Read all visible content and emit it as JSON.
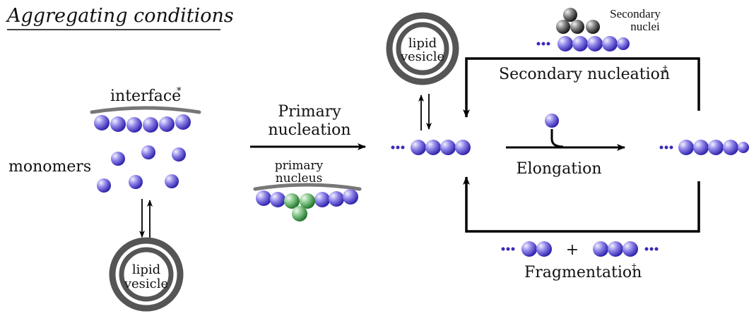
{
  "heading": "Aggregating conditions",
  "interface_label": "interface",
  "interface_mark": "*",
  "monomers_label": "monomers",
  "vesicle_label_line1": "lipid",
  "vesicle_label_line2": "vesicle",
  "primary_nucleation_line1": "Primary",
  "primary_nucleation_line2": "nucleation",
  "primary_nucleus_line1": "primary",
  "primary_nucleus_line2": "nucleus",
  "secondary_nuclei_line1": "Secondary",
  "secondary_nuclei_line2": "nuclei",
  "secondary_nucleation_label": "Secondary nucleation",
  "secondary_nucleation_mark": "‡",
  "elongation_label": "Elongation",
  "fragmentation_label": "Fragmentation",
  "fragmentation_mark": "†",
  "plus_sign": "+",
  "colors": {
    "monomer": "#3a2bb8",
    "monomer_light": "#e9e6ff",
    "nucleus": "#2f8a3a",
    "nucleus_light": "#e6f5e6",
    "secondary": "#222222",
    "secondary_light": "#d8d8d8",
    "interface": "#777777",
    "vesicle": "#555555",
    "line": "#000000"
  }
}
